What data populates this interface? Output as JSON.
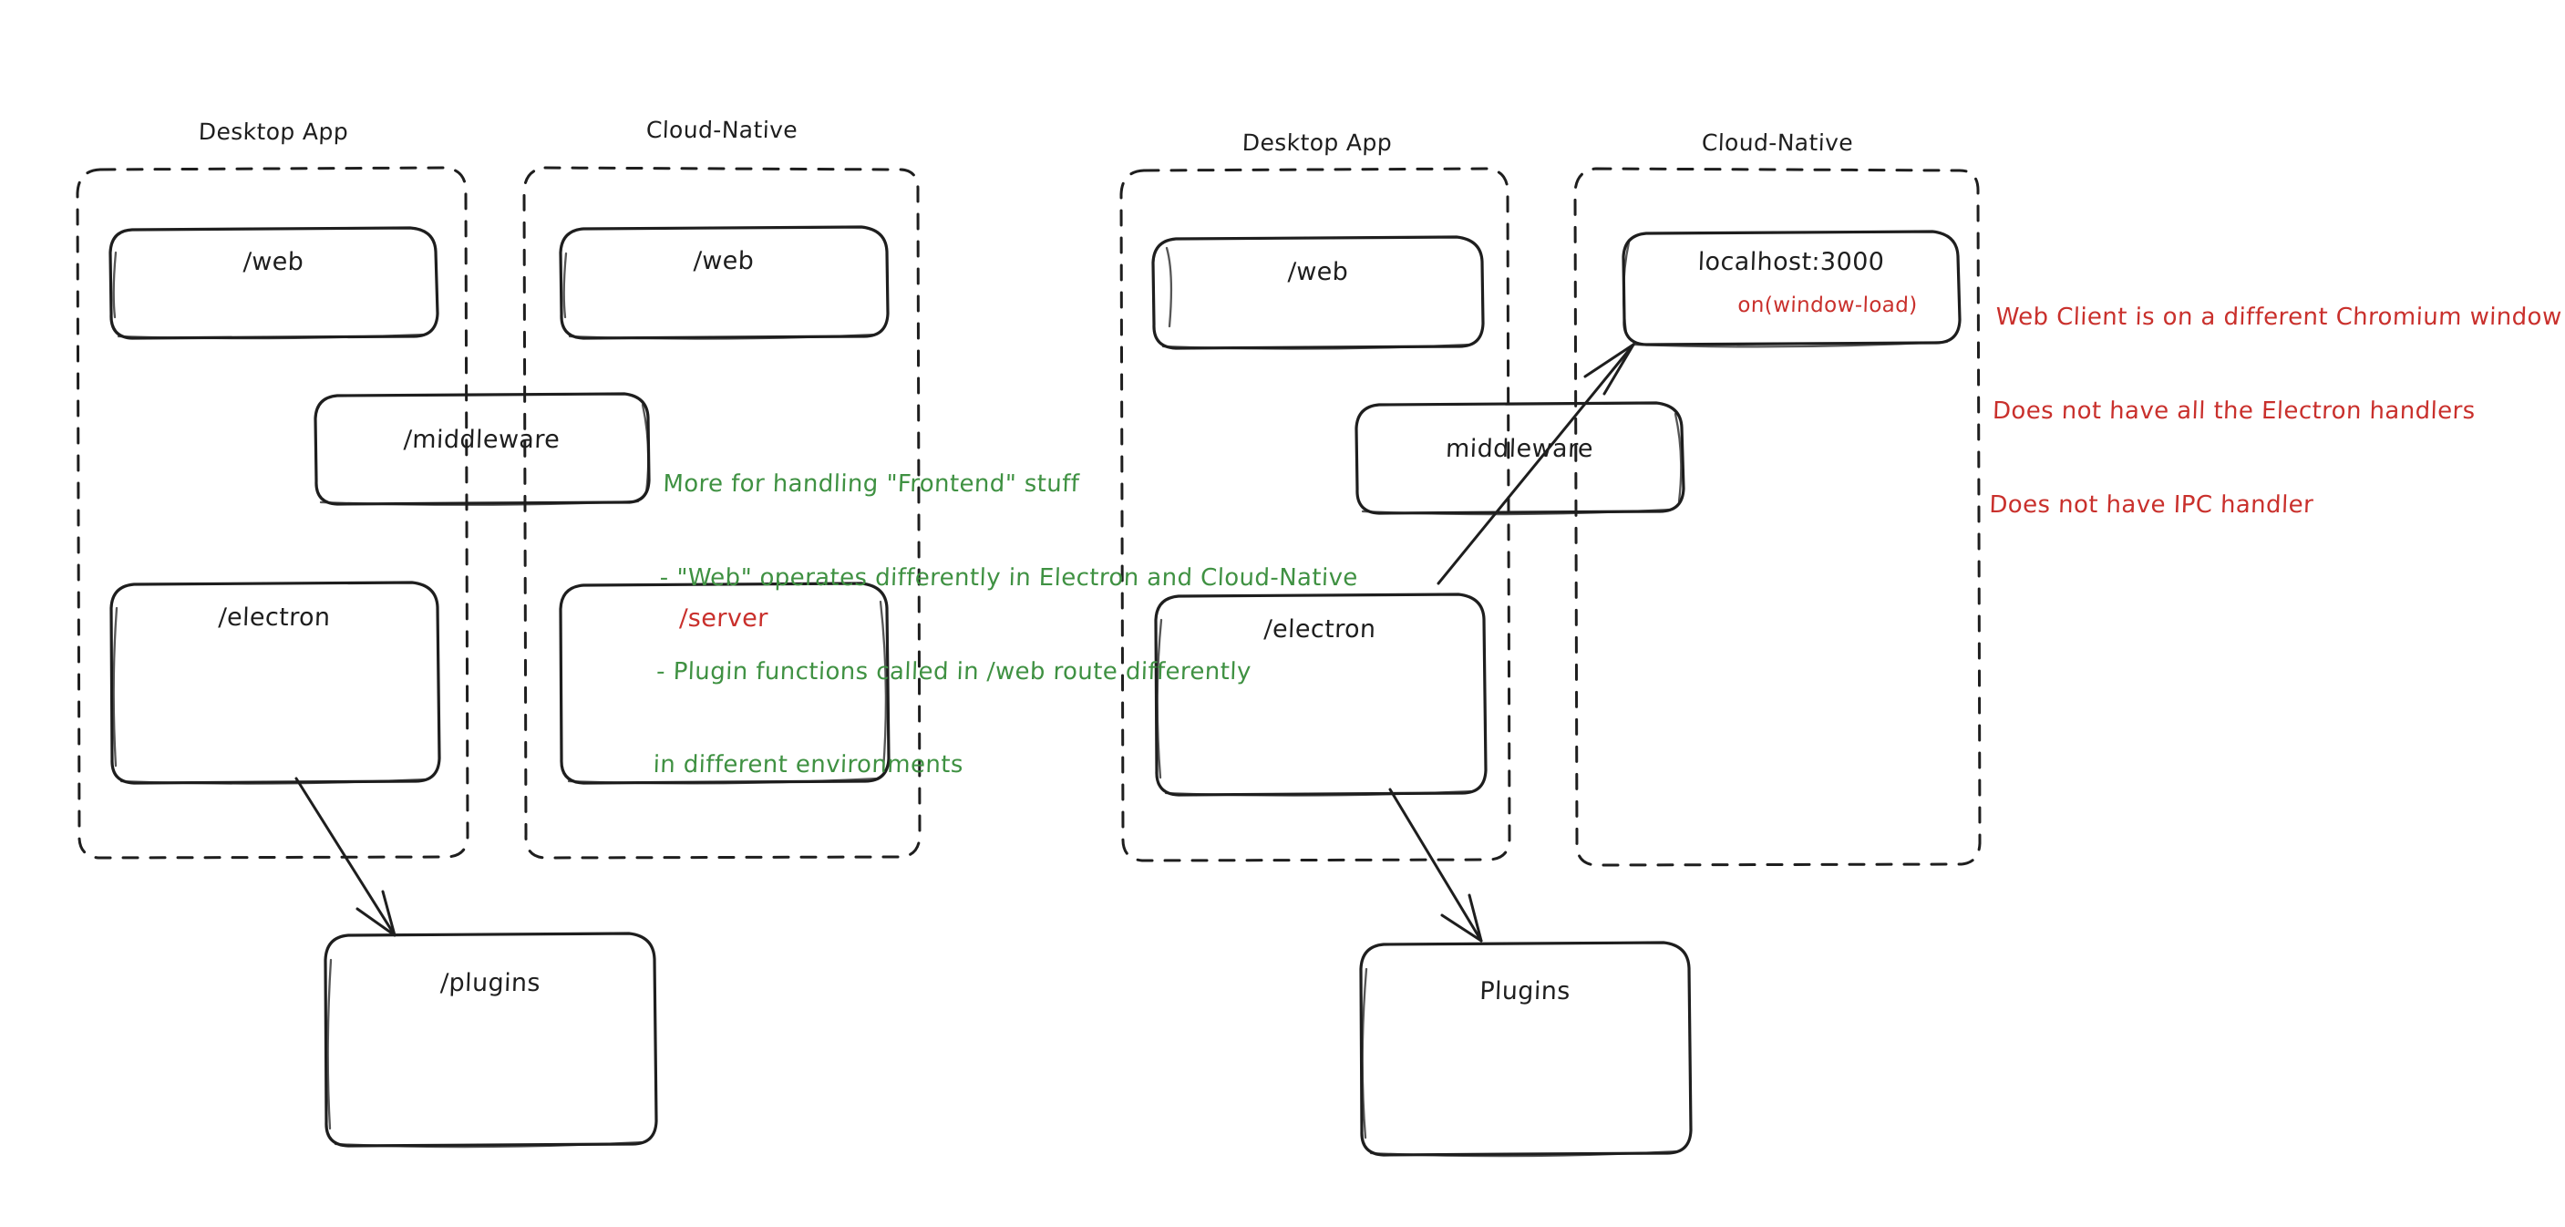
{
  "meta": {
    "title": "Electron vs Cloud-Native architecture sketch",
    "background": "#ffffff",
    "stroke": "#1e1e1e",
    "green": "#3f9142",
    "red": "#c9302c"
  },
  "diagrams": [
    {
      "id": "left",
      "groups": [
        {
          "id": "left-desktop",
          "label": "Desktop App"
        },
        {
          "id": "left-cloud",
          "label": "Cloud-Native"
        }
      ],
      "boxes": [
        {
          "id": "left-desktop-web",
          "label": "/web",
          "color": "#1e1e1e"
        },
        {
          "id": "left-cloud-web",
          "label": "/web",
          "color": "#1e1e1e"
        },
        {
          "id": "left-middleware",
          "label": "/middleware",
          "color": "#1e1e1e"
        },
        {
          "id": "left-electron",
          "label": "/electron",
          "color": "#1e1e1e"
        },
        {
          "id": "left-server",
          "label": "/server",
          "color": "#c9302c"
        },
        {
          "id": "left-plugins",
          "label": "/plugins",
          "color": "#1e1e1e"
        }
      ],
      "arrows": [
        {
          "id": "left-electron-to-plugins",
          "from": "left-electron",
          "to": "left-plugins"
        }
      ]
    },
    {
      "id": "right",
      "groups": [
        {
          "id": "right-desktop",
          "label": "Desktop App"
        },
        {
          "id": "right-cloud",
          "label": "Cloud-Native"
        }
      ],
      "boxes": [
        {
          "id": "right-desktop-web",
          "label": "/web",
          "color": "#1e1e1e"
        },
        {
          "id": "right-localhost",
          "label": "localhost:3000",
          "sublabel": "on(window-load)",
          "color": "#1e1e1e"
        },
        {
          "id": "right-middleware",
          "label": "middleware",
          "color": "#1e1e1e"
        },
        {
          "id": "right-electron",
          "label": "/electron",
          "color": "#1e1e1e"
        },
        {
          "id": "right-plugins",
          "label": "Plugins",
          "color": "#1e1e1e"
        }
      ],
      "arrows": [
        {
          "id": "right-electron-to-localhost",
          "from": "right-electron",
          "to": "right-localhost"
        },
        {
          "id": "right-electron-to-plugins",
          "from": "right-electron",
          "to": "right-plugins"
        }
      ]
    }
  ],
  "notes": {
    "green": {
      "color": "#3f9142",
      "lines": [
        "More for handling \"Frontend\" stuff",
        "- \"Web\" operates differently in Electron and Cloud-Native",
        "- Plugin functions called in /web route differently",
        "in different environments"
      ]
    },
    "red": {
      "color": "#c9302c",
      "lines": [
        "Web Client is on a different Chromium window",
        "Does not have all the Electron handlers",
        "Does not have IPC handler"
      ]
    }
  }
}
